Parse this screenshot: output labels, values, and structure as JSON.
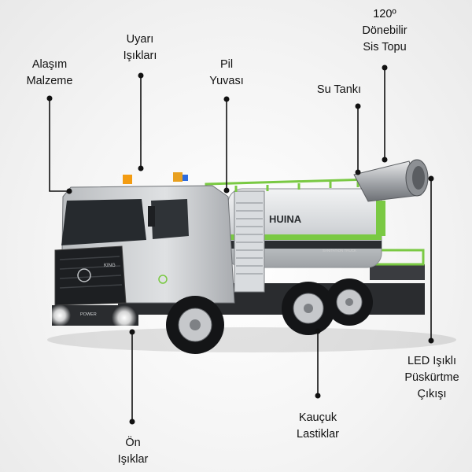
{
  "labels": {
    "alloy": [
      "Alaşım",
      "Malzeme"
    ],
    "warning_lights": [
      "Uyarı",
      "Işıkları"
    ],
    "battery": [
      "Pil",
      "Yuvası"
    ],
    "water_tank": [
      "Su Tankı"
    ],
    "fog_cannon": [
      "120º",
      "Dönebilir",
      "Sis Topu"
    ],
    "led_spray": [
      "LED Işıklı",
      "Püskürtme",
      "Çıkışı"
    ],
    "rubber_tires": [
      "Kauçuk",
      "Lastiklar"
    ],
    "front_lights": [
      "Ön",
      "Işıklar"
    ]
  },
  "truck_texts": {
    "brand": "HUINA",
    "sanitation": "SANITATION TRUCK",
    "badge": "KING",
    "power": "POWER"
  },
  "colors": {
    "accent_green": "#7ac943",
    "cab_silver": "#c9cbcd",
    "dark": "#1d1f22"
  }
}
